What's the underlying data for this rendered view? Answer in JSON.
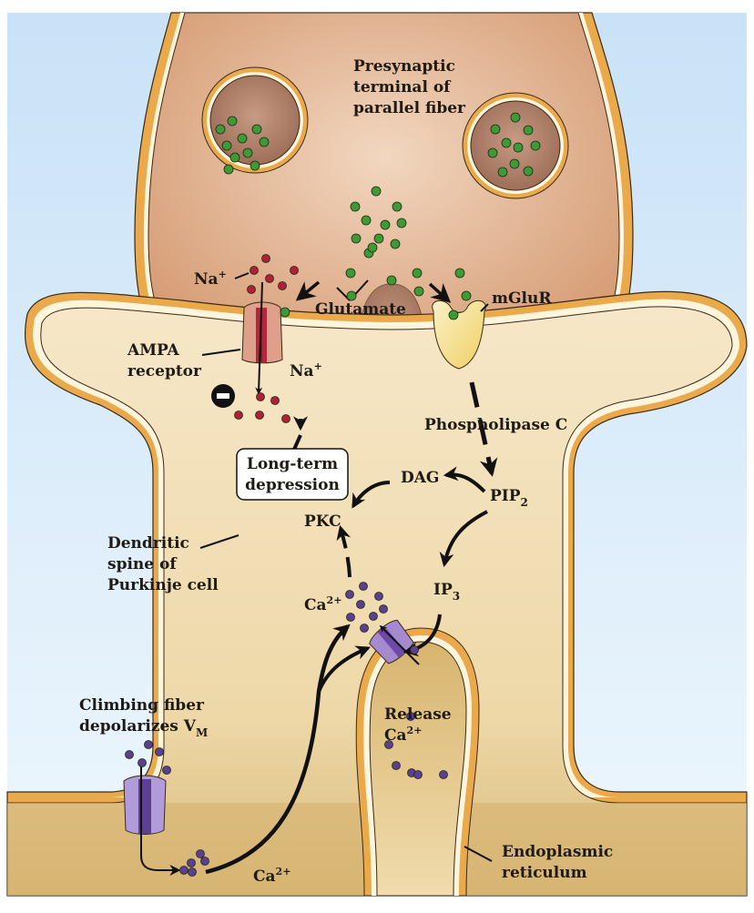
{
  "figure": {
    "title": "Mechanism of long-term depression at the parallel fiber–Purkinje cell synapse",
    "colors": {
      "extracellular": "#d6ebfa",
      "presynaptic": "#d9a07c",
      "vesicle": "#a87560",
      "membrane": "#e9a94a",
      "spine": "#f4e3c0",
      "dendrite": "#dcbe82",
      "glutamate": "#3f9a36",
      "sodium": "#b02036",
      "calcium": "#5c3f8e",
      "ampa": "#d99c86",
      "mglur": "#f4df8a",
      "ca_channel": "#a58ad0"
    },
    "labels": {
      "presynaptic": [
        "Presynaptic",
        "terminal of",
        "parallel fiber"
      ],
      "na_outside": {
        "text": "Na",
        "sup": "+"
      },
      "na_inside": {
        "text": "Na",
        "sup": "+"
      },
      "glutamate": "Glutamate",
      "mglur": "mGluR",
      "ampa": [
        "AMPA",
        "receptor"
      ],
      "phospholipase": "Phospholipase C",
      "ltd": [
        "Long-term",
        "depression"
      ],
      "dag": "DAG",
      "pip2": {
        "text": "PIP",
        "sub": "2"
      },
      "pkc": "PKC",
      "ip3": {
        "text": "IP",
        "sub": "3"
      },
      "ca_cytosol": {
        "text": "Ca",
        "sup": "2+"
      },
      "dendritic_spine": [
        "Dendritic",
        "spine of",
        "Purkinje cell"
      ],
      "climbing_fiber": {
        "line1": "Climbing fiber",
        "line2": "depolarizes V",
        "sub": "M"
      },
      "release": {
        "line1": "Release",
        "ion": "Ca",
        "sup": "2+"
      },
      "ca_bottom": {
        "text": "Ca",
        "sup": "2+"
      },
      "er": [
        "Endoplasmic",
        "reticulum"
      ],
      "inhibition_sign": "−"
    }
  }
}
